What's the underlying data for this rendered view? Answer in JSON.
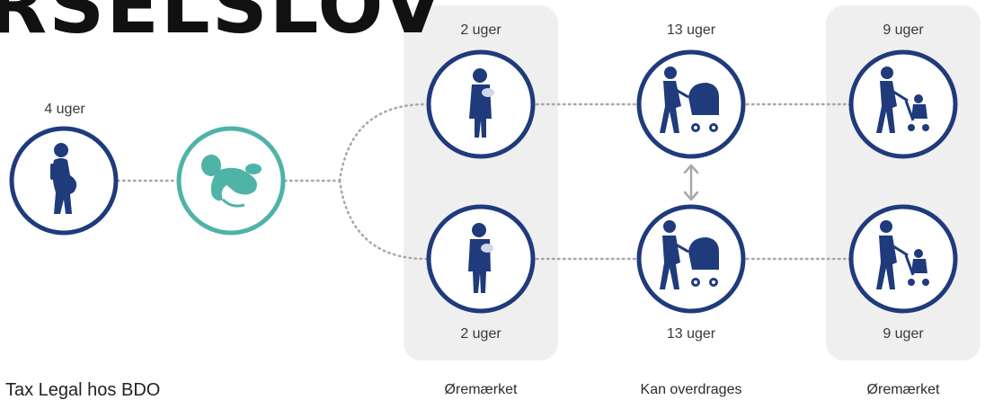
{
  "title": "RSELSLOV",
  "credit": "Tax Legal hos BDO",
  "colors": {
    "navy": "#1f3b7c",
    "teal": "#4fb3a6",
    "panel": "#efefef",
    "dots": "#a8a8a8",
    "arrow": "#a9a9a9"
  },
  "mother_pregnancy": {
    "weeks": "4 uger",
    "icon": "pregnant-woman-icon"
  },
  "birth": {
    "icon": "baby-icon"
  },
  "stages": {
    "top": [
      {
        "weeks": "2 uger",
        "icon": "mother-holding-baby-icon"
      },
      {
        "weeks": "13 uger",
        "icon": "mother-with-pram-icon"
      },
      {
        "weeks": "9 uger",
        "icon": "mother-with-stroller-icon"
      }
    ],
    "bottom": [
      {
        "weeks": "2 uger",
        "icon": "father-holding-baby-icon"
      },
      {
        "weeks": "13 uger",
        "icon": "father-with-pram-icon"
      },
      {
        "weeks": "9 uger",
        "icon": "father-with-stroller-icon"
      }
    ]
  },
  "footer_labels": [
    "Øremærket",
    "Kan overdrages",
    "Øremærket"
  ],
  "transfer_arrow": {
    "icon": "double-arrow-icon"
  }
}
